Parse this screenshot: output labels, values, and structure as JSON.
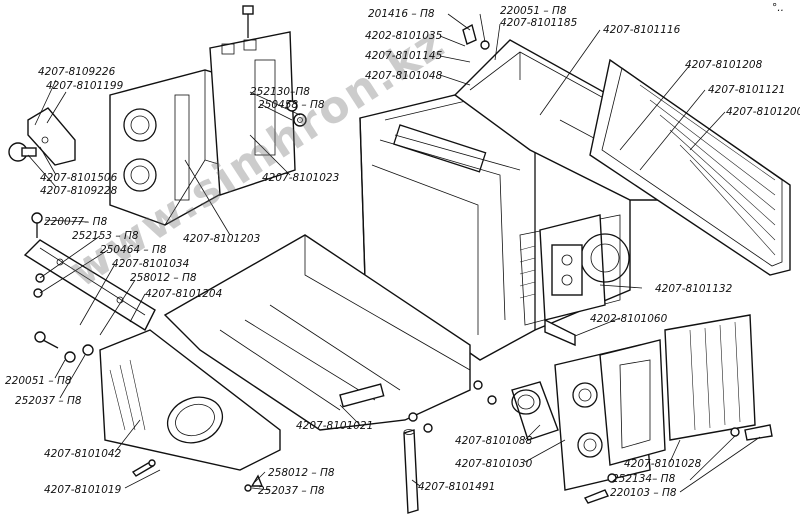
{
  "watermark": "www.simhron.kz",
  "corner_mark": "°..",
  "labels": {
    "l201416": "201416 – П8",
    "l220051_top": "220051 – П8",
    "l4207_8101185": "4207-8101185",
    "l4207_8101116": "4207-8101116",
    "l4202_8101035": "4202-8101035",
    "l4207_8101145": "4207-8101145",
    "l4207_8101048": "4207-8101048",
    "l4207_8101208": "4207-8101208",
    "l4207_8101121": "4207-8101121",
    "l4207_8101200": "4207-8101200",
    "l4207_8109226": "4207-8109226",
    "l4207_8101199": "4207-8101199",
    "l4207_8101506": "4207-8101506",
    "l4207_8109228": "4207-8109228",
    "l252130": "252130–П8",
    "l250458": "250458 – П8",
    "l4207_8101023": "4207-8101023",
    "l4207_8101203": "4207-8101203",
    "l220077": "220077– П8",
    "l252153": "252153 – П8",
    "l250464": "250464 – П8",
    "l4207_8101034": "4207-8101034",
    "l258012_left": "258012 – П8",
    "l4207_8101204": "4207-8101204",
    "l4207_8101132": "4207-8101132",
    "l4202_8101060": "4202-8101060",
    "l220051_left": "220051 – П8",
    "l252037_left": "252037 – П8",
    "l4207_8101042": "4207-8101042",
    "l4207_8101021": "4207-8101021",
    "l4207_8101088": "4207-8101088",
    "l4207_8101030": "4207-8101030",
    "l4207_8101028": "4207-8101028",
    "l258012_bottom": "258012 – П8",
    "l252037_bottom": "252037 – П8",
    "l4207_8101491": "4207-8101491",
    "l252134": "252134– П8",
    "l220103": "220103 – П8",
    "l4207_8101019": "4207-8101019"
  }
}
